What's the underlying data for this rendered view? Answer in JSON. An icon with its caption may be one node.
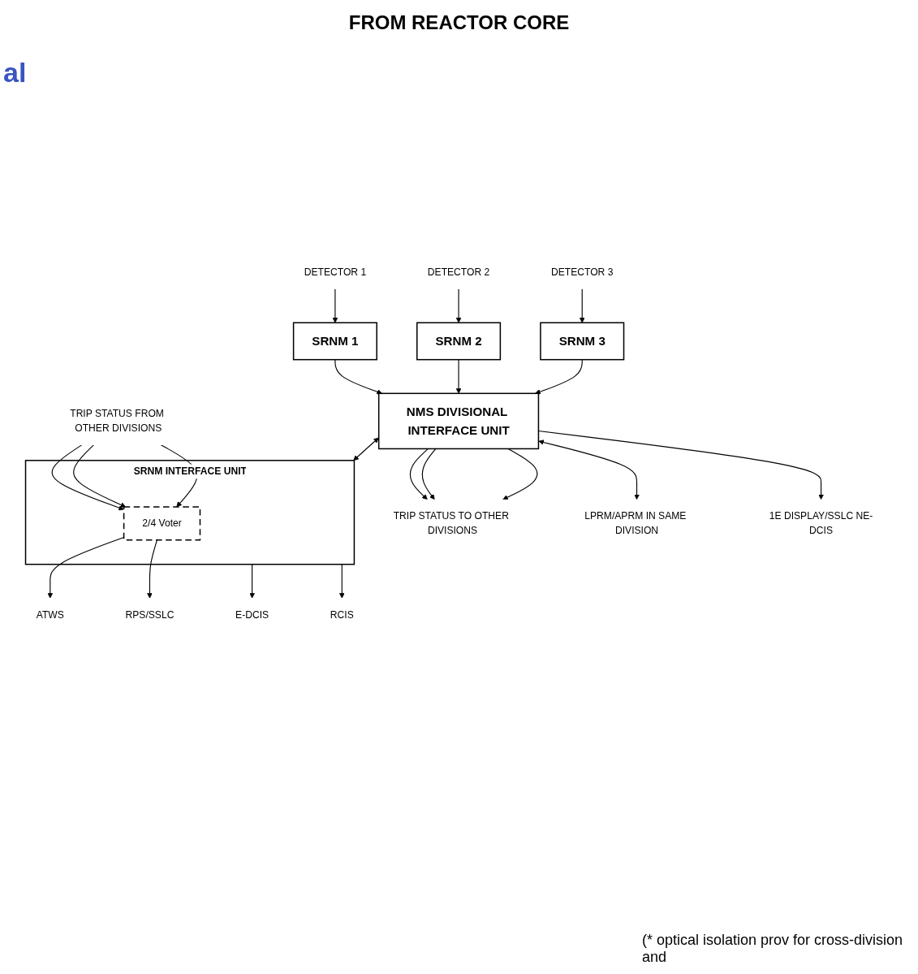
{
  "diagram": {
    "title": "FROM REACTOR CORE",
    "nodes": [
      {
        "text": [
          "DETECTOR 1"
        ]
      },
      {
        "text": [
          "DETECTOR 2"
        ]
      },
      {
        "text": [
          "DETECTOR 3"
        ]
      },
      {
        "text": [
          "SRNM 1"
        ]
      },
      {
        "text": [
          "SRNM 2"
        ]
      },
      {
        "text": [
          "SRNM 3"
        ]
      },
      {
        "text": [
          "NMS DIVISIONAL INTERFACE UNIT"
        ]
      },
      {
        "text": [
          "TRIP STATUS TO OTHER DIVISIONS"
        ]
      },
      {
        "text": [
          "LPRM/APRM IN SAME DIVISION"
        ]
      },
      {
        "text": [
          "1E DISPLAY/SSLC NE-DCIS"
        ]
      },
      {
        "text": [
          "SRNM INTERFACE UNIT"
        ]
      },
      {
        "text": [
          "2/4 Voter"
        ],
        "in": 10
      },
      {
        "text": [
          "TRIP STATUS FROM OTHER DIVISIONS"
        ]
      },
      {
        "text": [
          "E-DCIS"
        ]
      },
      {
        "text": [
          "RCIS"
        ]
      },
      {
        "text": [
          "ATWS"
        ]
      },
      {
        "text": [
          "RPS/SSLC"
        ]
      }
    ],
    "edges": [
      {
        "from": 0,
        "to": 3,
        "arrow": "to"
      },
      {
        "from": 1,
        "to": 4,
        "arrow": "to"
      },
      {
        "from": 2,
        "to": 5,
        "arrow": "to"
      },
      {
        "from": 3,
        "to": 6,
        "arrow": "to"
      },
      {
        "from": 4,
        "to": 6,
        "arrow": "to"
      },
      {
        "from": 5,
        "to": 6,
        "arrow": "to"
      },
      {
        "from": 6,
        "to": 7,
        "arrow": "to"
      },
      {
        "from": 6,
        "to": 7,
        "arrow": "to"
      },
      {
        "from": 6,
        "to": 7,
        "arrow": "to"
      },
      {
        "from": 6,
        "to": 10,
        "arrow": "both"
      },
      {
        "from": 6,
        "to": 8,
        "arrow": "both"
      },
      {
        "from": 6,
        "to": 9,
        "arrow": "to"
      },
      {
        "from": 12,
        "to": 11,
        "arrow": "to"
      },
      {
        "from": 12,
        "to": 11,
        "arrow": "to"
      },
      {
        "from": 12,
        "to": 11,
        "arrow": "to"
      },
      {
        "from": 10,
        "to": 13,
        "arrow": "to"
      },
      {
        "from": 10,
        "to": 14,
        "arrow": "to"
      },
      {
        "from": 11,
        "to": 15,
        "arrow": "to"
      },
      {
        "from": 11,
        "to": 16,
        "arrow": "to"
      }
    ],
    "labels": [
      "al",
      "(* optical isolation prov for cross-division and"
    ]
  }
}
